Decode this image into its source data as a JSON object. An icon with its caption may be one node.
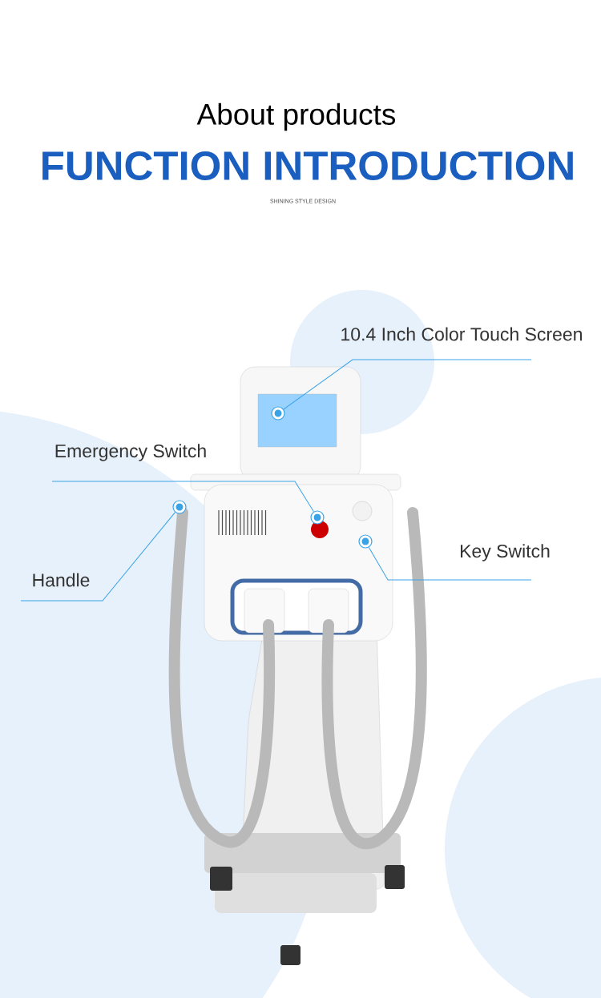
{
  "diagram": {
    "title": "FUNCTION INTRODUCTION",
    "nodes": [
      {
        "text": [
          "10.4 Inch Color Touch Screen"
        ]
      },
      {
        "text": [
          "Emergency Switch"
        ]
      },
      {
        "text": [
          "Key Switch"
        ]
      },
      {
        "text": [
          "Handle"
        ]
      },
      {
        "text": [],
        "shape": "circle"
      },
      {
        "text": [],
        "shape": "circle"
      },
      {
        "text": [],
        "shape": "circle"
      },
      {
        "text": [],
        "shape": "circle"
      }
    ],
    "edges": [
      {
        "from": 0,
        "to": 5,
        "arrow": "none"
      },
      {
        "from": 1,
        "to": 6,
        "arrow": "none"
      },
      {
        "from": 2,
        "to": 7,
        "arrow": "none"
      },
      {
        "from": 3,
        "to": 4,
        "arrow": "none"
      }
    ],
    "labels": [
      "About products",
      "SHINING STYLE DESIGN"
    ]
  }
}
